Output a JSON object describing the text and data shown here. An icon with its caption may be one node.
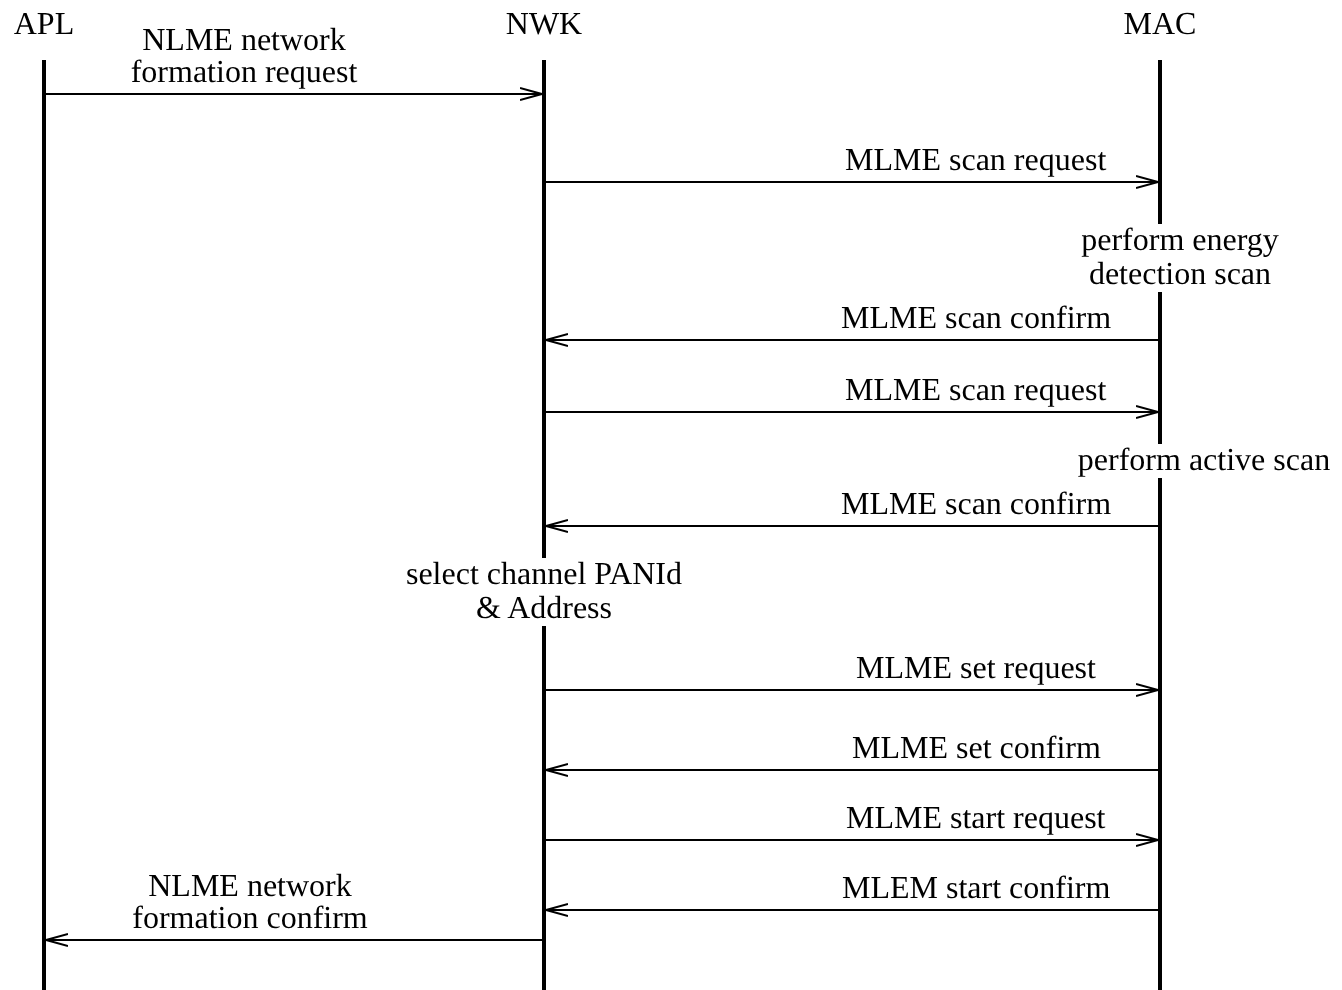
{
  "diagram": {
    "nodes": [
      {
        "text": [
          "APL"
        ]
      },
      {
        "text": [
          "NWK"
        ]
      },
      {
        "text": [
          "MAC"
        ]
      }
    ],
    "edges": [
      {
        "from": 0,
        "to": 1,
        "arrow": "to",
        "label": "NLME network formation request"
      },
      {
        "from": 1,
        "to": 2,
        "arrow": "to",
        "label": "MLME scan request"
      },
      {
        "from": 2,
        "to": 1,
        "arrow": "to",
        "label": "MLME scan confirm"
      },
      {
        "from": 1,
        "to": 2,
        "arrow": "to",
        "label": "MLME scan request"
      },
      {
        "from": 2,
        "to": 1,
        "arrow": "to",
        "label": "MLME scan confirm"
      },
      {
        "from": 1,
        "to": 2,
        "arrow": "to",
        "label": "MLME set request"
      },
      {
        "from": 2,
        "to": 1,
        "arrow": "to",
        "label": "MLME set confirm"
      },
      {
        "from": 1,
        "to": 2,
        "arrow": "to",
        "label": "MLME start request"
      },
      {
        "from": 2,
        "to": 1,
        "arrow": "to",
        "label": "MLEM start confirm"
      },
      {
        "from": 1,
        "to": 0,
        "arrow": "to",
        "label": "NLME network formation confirm"
      }
    ],
    "labels": [
      "perform energy detection scan",
      "perform active scan",
      "select channel PANId & Address"
    ]
  }
}
